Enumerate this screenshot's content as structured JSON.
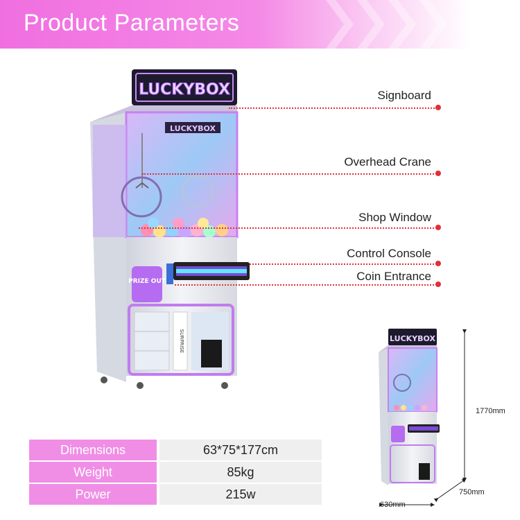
{
  "header": {
    "title": "Product Parameters"
  },
  "machine": {
    "brand_sign": "LUCKYBOX",
    "prize_panel": "PRIZE OUT",
    "side_panel": "SURPRISE"
  },
  "callouts": [
    {
      "label": "Signboard"
    },
    {
      "label": "Overhead Crane"
    },
    {
      "label": "Shop Window"
    },
    {
      "label": "Control Console"
    },
    {
      "label": "Coin Entrance"
    }
  ],
  "specs": [
    {
      "key": "Dimensions",
      "value": "63*75*177cm"
    },
    {
      "key": "Weight",
      "value": "85kg"
    },
    {
      "key": "Power",
      "value": "215w"
    }
  ],
  "dimensions": {
    "height": "1770mm",
    "depth": "750mm",
    "width": "630mm"
  },
  "colors": {
    "accent_pink": "#f08ee6",
    "callout_red": "#e0303a",
    "neon_purple": "#b56cf0",
    "neon_cyan": "#5fe8f5"
  }
}
